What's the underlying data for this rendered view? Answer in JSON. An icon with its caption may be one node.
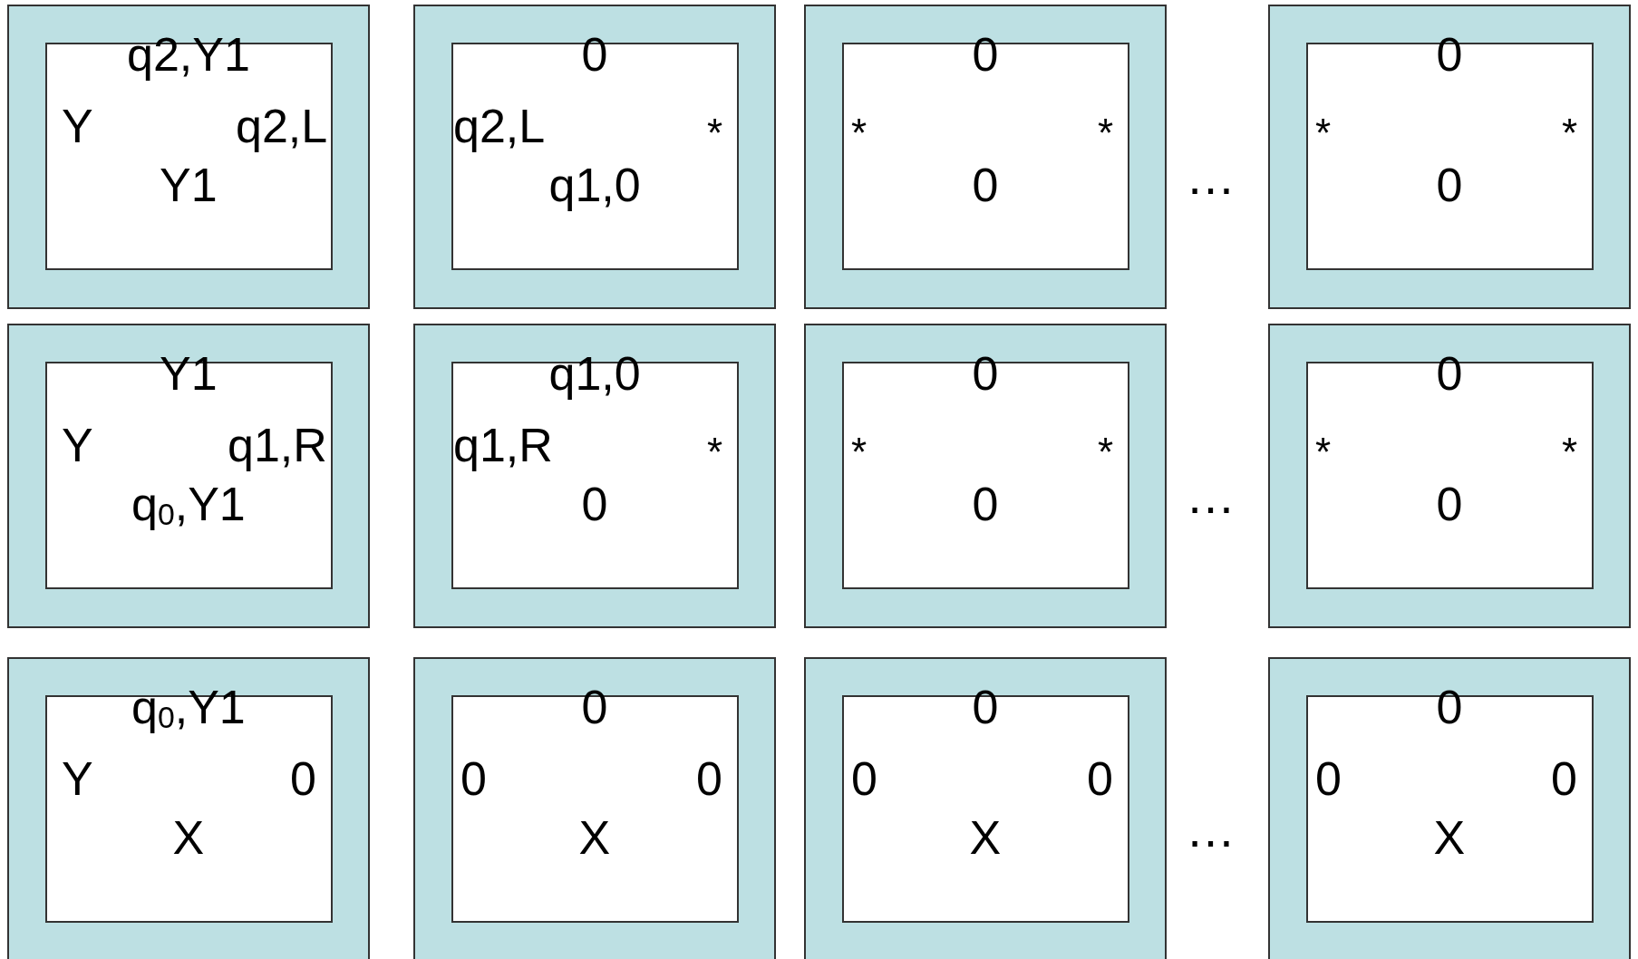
{
  "diagram": {
    "nodes": [
      {
        "text": [
          "q2,Y1",
          "Y",
          "q2,L",
          "Y1"
        ]
      },
      {
        "text": [
          "0",
          "q2,L",
          "*",
          "q1,0"
        ]
      },
      {
        "text": [
          "0",
          "*",
          "*",
          "0"
        ]
      },
      {
        "text": [
          "0",
          "*",
          "*",
          "0"
        ]
      },
      {
        "text": [
          "Y1",
          "Y",
          "q1,R",
          "q$_{0}$,Y1"
        ]
      },
      {
        "text": [
          "q1,0",
          "q1,R",
          "*",
          "0"
        ]
      },
      {
        "text": [
          "0",
          "*",
          "*",
          "0"
        ]
      },
      {
        "text": [
          "0",
          "*",
          "*",
          "0"
        ]
      },
      {
        "text": [
          "q$_{0}$,Y1",
          "Y",
          "0",
          "X"
        ]
      },
      {
        "text": [
          "0",
          "0",
          "0",
          "X"
        ]
      },
      {
        "text": [
          "0",
          "0",
          "0",
          "X"
        ]
      },
      {
        "text": [
          "0",
          "0",
          "0",
          "X"
        ]
      }
    ],
    "labels": [
      "…",
      "…",
      "…"
    ]
  }
}
